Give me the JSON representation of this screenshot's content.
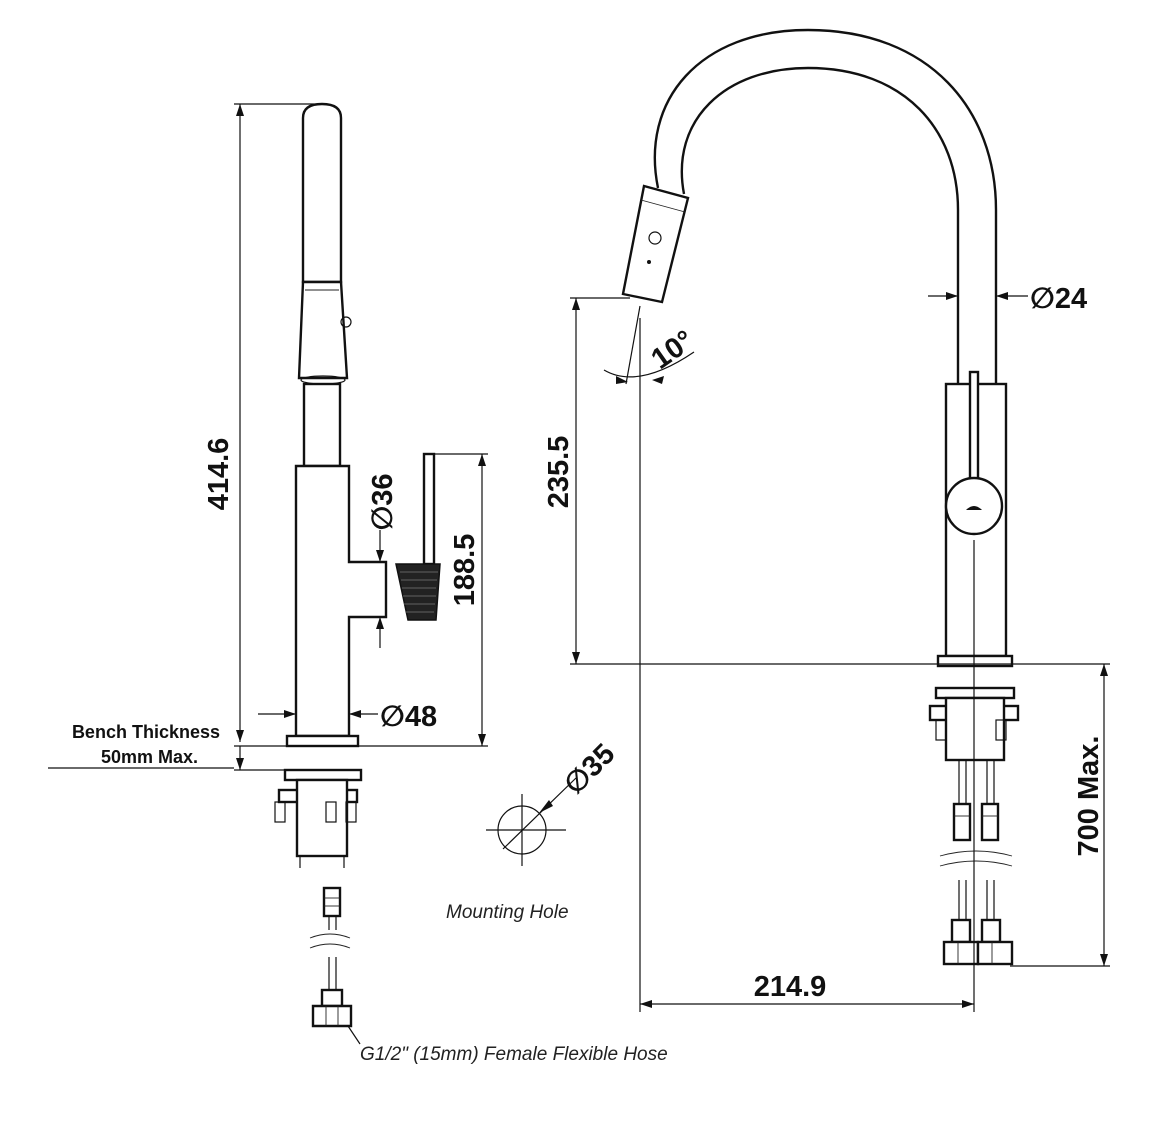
{
  "dimensions": {
    "side_height": "414.6",
    "lever_height": "188.5",
    "spout_height": "235.5",
    "reach": "214.9",
    "hose_length": "700  Max.",
    "lever_diameter": "∅36",
    "base_diameter": "∅48",
    "hose_diameter": "∅24",
    "mounting_hole_diameter": "∅35",
    "spray_angle": "10°"
  },
  "labels": {
    "bench_thickness_line1": "Bench Thickness",
    "bench_thickness_line2": "50mm Max.",
    "mounting_hole": "Mounting Hole",
    "hose_note": "G1/2\" (15mm) Female Flexible Hose"
  }
}
